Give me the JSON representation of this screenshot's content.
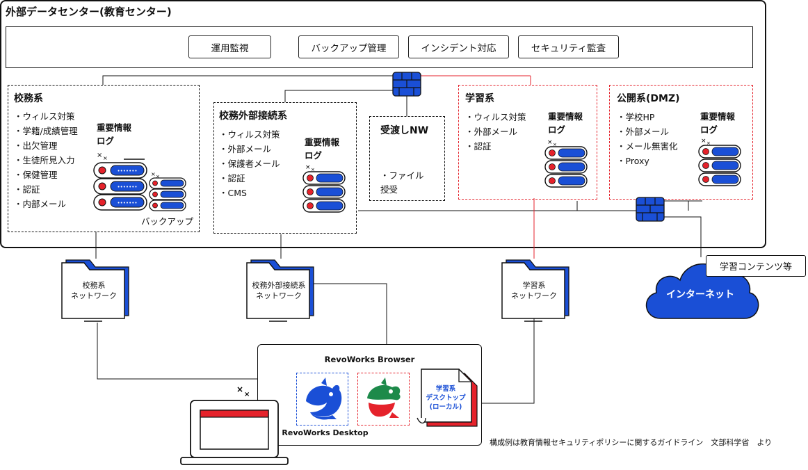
{
  "datacenter": {
    "title": "外部データセンター(教育センター)"
  },
  "services": [
    "運用監視",
    "バックアップ管理",
    "インシデント対応",
    "セキュリティ監査"
  ],
  "zones": {
    "komu": {
      "title": "校務系",
      "items": [
        "ウィルス対策",
        "学籍/成績管理",
        "出欠管理",
        "生徒所見入力",
        "保健管理",
        "認証",
        "内部メール"
      ],
      "log_label": "重要情報\nログ",
      "backup_label": "バックアップ"
    },
    "komu_ext": {
      "title": "校務外部接続系",
      "items": [
        "ウィルス対策",
        "外部メール",
        "保護者メール",
        "認証",
        "CMS"
      ],
      "log_label": "重要情報\nログ"
    },
    "watashi": {
      "title": "受渡しNW",
      "items": [
        "ファイル\n授受"
      ]
    },
    "gakushu": {
      "title": "学習系",
      "items": [
        "ウィルス対策",
        "外部メール",
        "認証"
      ],
      "log_label": "重要情報\nログ"
    },
    "dmz": {
      "title": "公開系(DMZ)",
      "items": [
        "学校HP",
        "外部メール",
        "メール無害化",
        "Proxy"
      ],
      "log_label": "重要情報\nログ"
    }
  },
  "networks": [
    "校務系\nネットワーク",
    "校務外部接続系\nネットワーク",
    "学習系\nネットワーク"
  ],
  "internet": {
    "label": "インターネット",
    "content_tag": "学習コンテンツ等"
  },
  "revoworks": {
    "browser_label": "RevoWorks Browser",
    "desktop_label": "RevoWorks Desktop",
    "local_doc": "学習系\nデスクトップ\n(ローカル)"
  },
  "footnote": "構成例は教育情報セキュリティポリシーに関するガイドライン　文部科学省　より",
  "colors": {
    "blue": "#1a4fd6",
    "red": "#e5222b",
    "green": "#1d8a4a",
    "black": "#111111"
  },
  "icons": [
    "firewall-icon",
    "server-stack-icon",
    "folder-network-icon",
    "cloud-icon",
    "laptop-icon",
    "orca-logo-icon",
    "document-icon"
  ]
}
